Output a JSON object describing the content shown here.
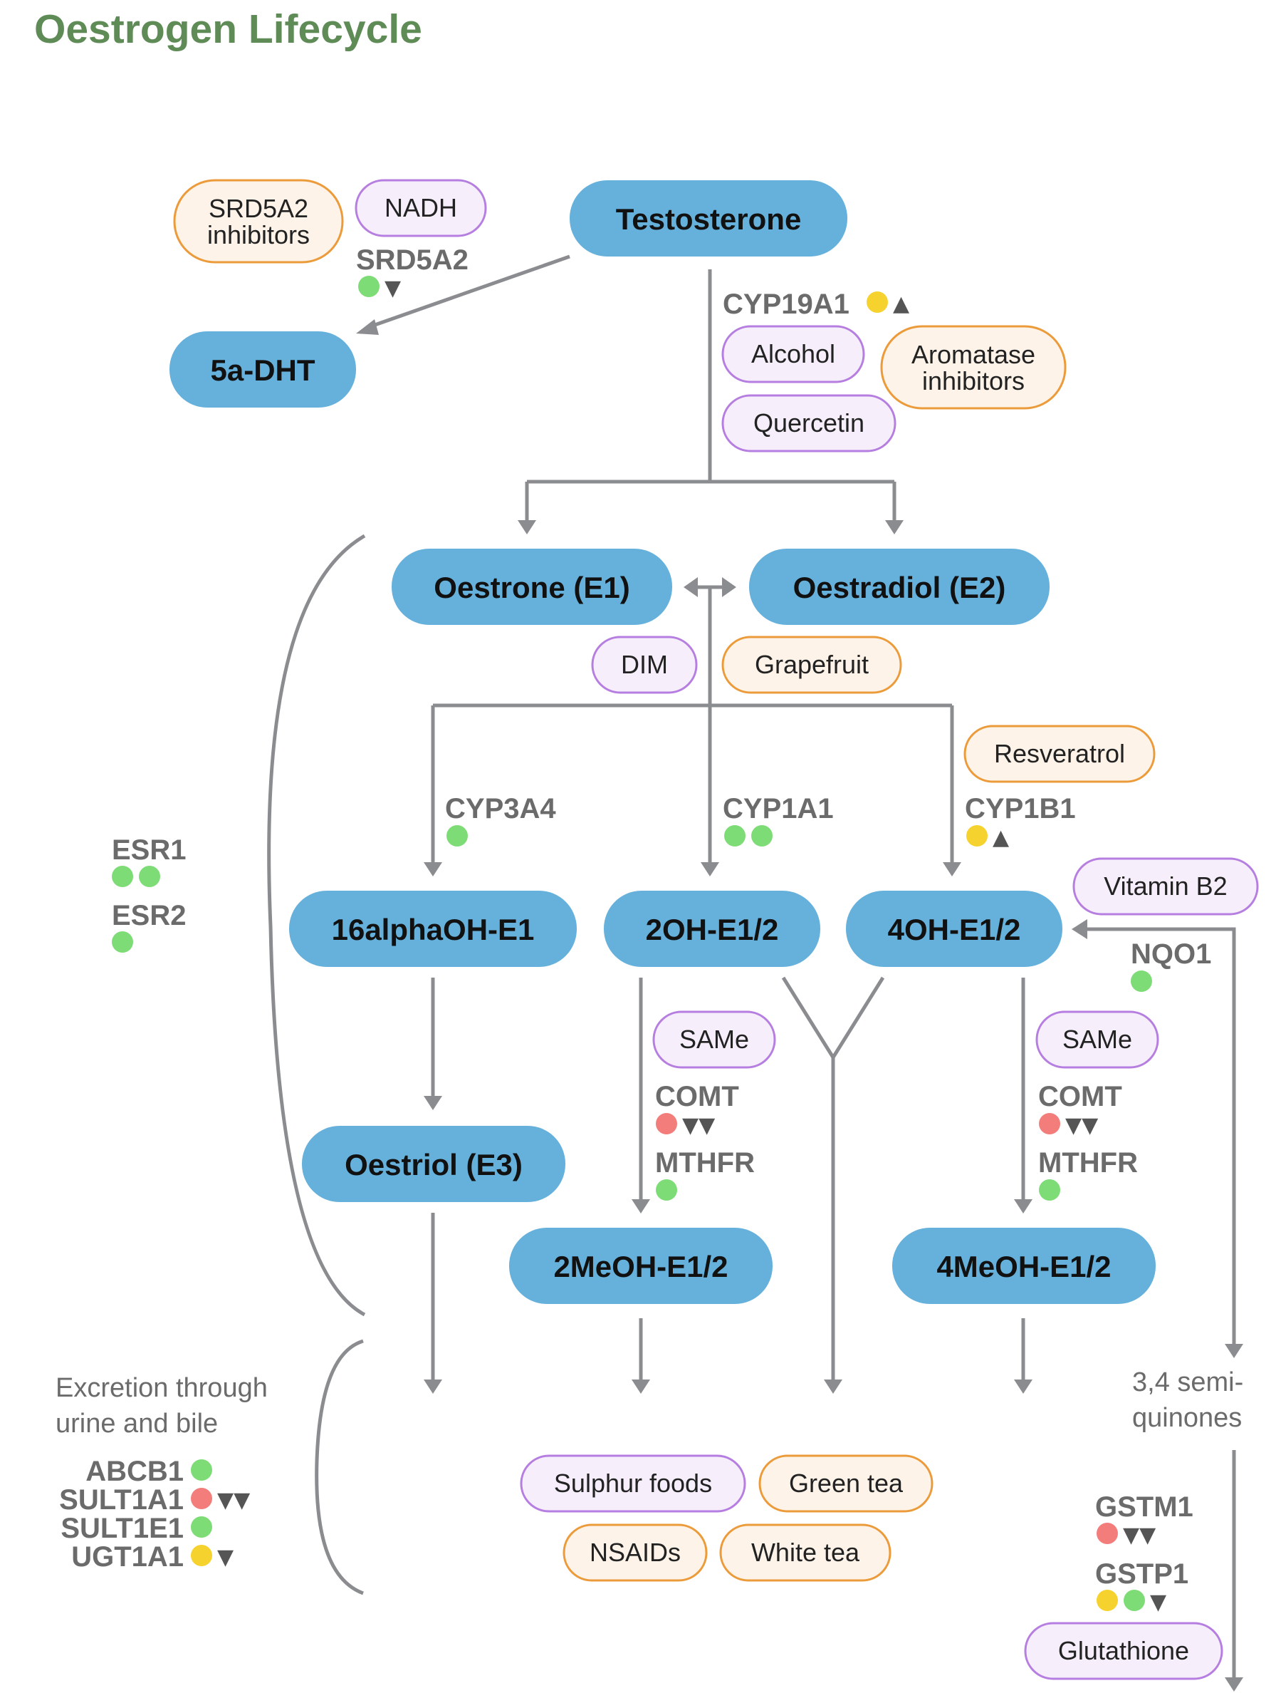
{
  "title": "Oestrogen Lifecycle",
  "colors": {
    "node_fill": "#66b1dc",
    "purple_border": "#b57ee0",
    "purple_fill": "#f6effb",
    "orange_border": "#ec9b3b",
    "orange_fill": "#fdf3e8",
    "arrow": "#8a8c90",
    "green": "#7ddc76",
    "red": "#f27d7a",
    "yellow": "#f6d22e",
    "gene_text": "#6b6b6b",
    "title": "#5e8b56"
  },
  "nodes": {
    "testosterone": "Testosterone",
    "dht": "5a-DHT",
    "e1": "Oestrone (E1)",
    "e2": "Oestradiol (E2)",
    "oh16": "16alphaOH-E1",
    "oh2": "2OH-E1/2",
    "oh4": "4OH-E1/2",
    "e3": "Oestriol (E3)",
    "meo2": "2MeOH-E1/2",
    "meo4": "4MeOH-E1/2"
  },
  "pills": {
    "srd5a2_inhibitors": [
      "SRD5A2",
      "inhibitors"
    ],
    "nadh": "NADH",
    "alcohol": "Alcohol",
    "aromatase_inhibitors": [
      "Aromatase",
      "inhibitors"
    ],
    "quercetin": "Quercetin",
    "dim": "DIM",
    "grapefruit": "Grapefruit",
    "resveratrol": "Resveratrol",
    "vitamin_b2": "Vitamin B2",
    "same_left": "SAMe",
    "same_right": "SAMe",
    "sulphur_foods": "Sulphur foods",
    "green_tea": "Green tea",
    "nsaids": "NSAIDs",
    "white_tea": "White tea",
    "glutathione": "Glutathione"
  },
  "genes": {
    "srd5a2": {
      "name": "SRD5A2",
      "dots": [
        "green"
      ],
      "arrows": "▼"
    },
    "cyp19a1": {
      "name": "CYP19A1",
      "dots": [
        "yellow"
      ],
      "arrows": "▲"
    },
    "cyp3a4": {
      "name": "CYP3A4",
      "dots": [
        "green"
      ],
      "arrows": ""
    },
    "cyp1a1": {
      "name": "CYP1A1",
      "dots": [
        "green",
        "green"
      ],
      "arrows": ""
    },
    "cyp1b1": {
      "name": "CYP1B1",
      "dots": [
        "yellow"
      ],
      "arrows": "▲"
    },
    "esr1": {
      "name": "ESR1",
      "dots": [
        "green",
        "green"
      ],
      "arrows": ""
    },
    "esr2": {
      "name": "ESR2",
      "dots": [
        "green"
      ],
      "arrows": ""
    },
    "nqo1": {
      "name": "NQO1",
      "dots": [
        "green"
      ],
      "arrows": ""
    },
    "comt_left": {
      "name": "COMT",
      "dots": [
        "red"
      ],
      "arrows": "▼▼"
    },
    "mthfr_left": {
      "name": "MTHFR",
      "dots": [
        "green"
      ],
      "arrows": ""
    },
    "comt_right": {
      "name": "COMT",
      "dots": [
        "red"
      ],
      "arrows": "▼▼"
    },
    "mthfr_right": {
      "name": "MTHFR",
      "dots": [
        "green"
      ],
      "arrows": ""
    },
    "abcb1": {
      "name": "ABCB1",
      "dots": [
        "green"
      ],
      "arrows": ""
    },
    "sult1a1": {
      "name": "SULT1A1",
      "dots": [
        "red"
      ],
      "arrows": "▼▼"
    },
    "sult1e1": {
      "name": "SULT1E1",
      "dots": [
        "green"
      ],
      "arrows": ""
    },
    "ugt1a1": {
      "name": "UGT1A1",
      "dots": [
        "yellow"
      ],
      "arrows": "▼"
    },
    "gstm1": {
      "name": "GSTM1",
      "dots": [
        "red"
      ],
      "arrows": "▼▼"
    },
    "gstp1": {
      "name": "GSTP1",
      "dots": [
        "yellow",
        "green"
      ],
      "arrows": "▼"
    }
  },
  "labels": {
    "excretion": [
      "Excretion through",
      "urine and bile"
    ],
    "semiquinones": [
      "3,4 semi-",
      "quinones"
    ]
  }
}
